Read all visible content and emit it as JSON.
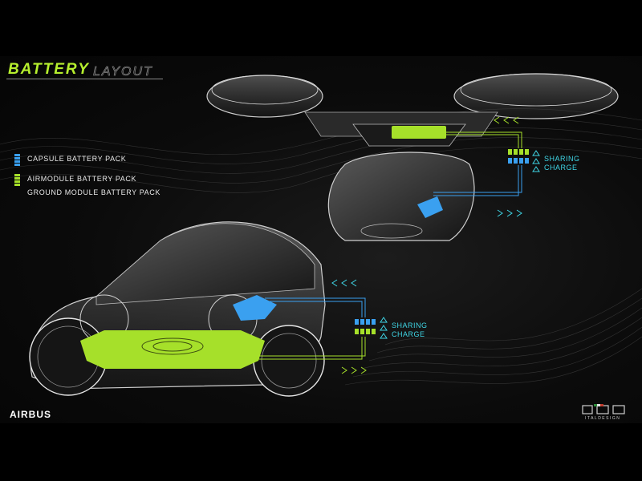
{
  "title": {
    "word1": "BATTERY",
    "word2": "LAYOUT"
  },
  "legend": {
    "capsule": "CAPSULE BATTERY PACK",
    "airmodule": "AIRMODULE BATTERY PACK",
    "ground": "GROUND MODULE BATTERY PACK"
  },
  "upper_group": {
    "sharing": "SHARING",
    "charge": "CHARGE"
  },
  "lower_group": {
    "sharing": "SHARING",
    "charge": "CHARGE"
  },
  "brand": "AIRBUS",
  "partner_brand": "ITALDESIGN",
  "colors": {
    "green": "#a6e02a",
    "blue": "#3aa0f0",
    "cyan": "#3fd6e6",
    "background": "#000000"
  }
}
